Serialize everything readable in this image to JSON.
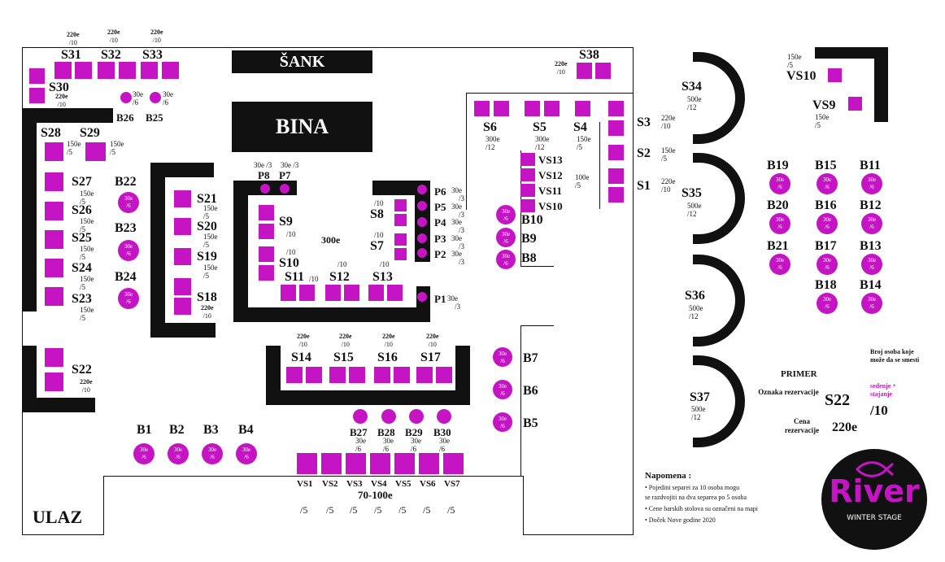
{
  "colors": {
    "table": "#c414c4",
    "wall": "#111111",
    "text_accent": "#c414c4"
  },
  "bar": "ŠANK",
  "stage": "BINA",
  "entrance": "ULAZ",
  "center_price": "300e",
  "separei_left": [
    {
      "name": "S31",
      "price": "220e",
      "cap": "/10"
    },
    {
      "name": "S32",
      "price": "220e",
      "cap": "/10"
    },
    {
      "name": "S33",
      "price": "220e",
      "cap": "/10"
    },
    {
      "name": "S30",
      "price": "220e",
      "cap": "/10"
    },
    {
      "name": "S28",
      "price": "",
      "cap": ""
    },
    {
      "name": "S29",
      "price": "150e",
      "cap": "/5"
    },
    {
      "name": "S27",
      "price": "150e",
      "cap": "/5"
    },
    {
      "name": "S26",
      "price": "150e",
      "cap": "/5"
    },
    {
      "name": "S25",
      "price": "150e",
      "cap": "/5"
    },
    {
      "name": "S24",
      "price": "150e",
      "cap": "/5"
    },
    {
      "name": "S23",
      "price": "150e",
      "cap": "/5"
    },
    {
      "name": "S22",
      "price": "220e",
      "cap": "/10"
    }
  ],
  "separei_mid": [
    {
      "name": "S21",
      "price": "150e",
      "cap": "/5"
    },
    {
      "name": "S20",
      "price": "150e",
      "cap": "/5"
    },
    {
      "name": "S19",
      "price": "150e",
      "cap": "/5"
    },
    {
      "name": "S18",
      "price": "220e",
      "cap": "/10"
    }
  ],
  "separei_center": [
    {
      "name": "S9",
      "cap": "/10"
    },
    {
      "name": "S10",
      "cap": "/10"
    },
    {
      "name": "S11",
      "cap": "/10"
    },
    {
      "name": "S12",
      "cap": "/10"
    },
    {
      "name": "S13",
      "cap": "/10"
    },
    {
      "name": "S8",
      "cap": "/10"
    },
    {
      "name": "S7",
      "cap": "/10"
    }
  ],
  "p_tables": [
    {
      "name": "P8",
      "price": "30e /3"
    },
    {
      "name": "P7",
      "price": "30e /3"
    },
    {
      "name": "P6",
      "price": "30e",
      "cap": "/3"
    },
    {
      "name": "P5",
      "price": "30e",
      "cap": "/3"
    },
    {
      "name": "P4",
      "price": "30e",
      "cap": "/3"
    },
    {
      "name": "P3",
      "price": "30e",
      "cap": "/3"
    },
    {
      "name": "P2",
      "price": "30e",
      "cap": "/3"
    },
    {
      "name": "P1",
      "price": "30e",
      "cap": "/3"
    }
  ],
  "separei_bottom": [
    {
      "name": "S14",
      "price": "220e",
      "cap": "/10"
    },
    {
      "name": "S15",
      "price": "220e",
      "cap": "/10"
    },
    {
      "name": "S16",
      "price": "220e",
      "cap": "/10"
    },
    {
      "name": "S17",
      "price": "220e",
      "cap": "/10"
    }
  ],
  "separei_right": [
    {
      "name": "S38",
      "price": "220e",
      "cap": "/10"
    },
    {
      "name": "S6",
      "price": "300e",
      "cap": "/12"
    },
    {
      "name": "S5",
      "price": "300e",
      "cap": "/12"
    },
    {
      "name": "S4",
      "price": "150e",
      "cap": "/5"
    },
    {
      "name": "S3",
      "price": "220e",
      "cap": "/10"
    },
    {
      "name": "S2",
      "price": "150e",
      "cap": "/5"
    },
    {
      "name": "S1",
      "price": "220e",
      "cap": "/10"
    }
  ],
  "vs_right": [
    "VS13",
    "VS12",
    "VS11",
    "VS10"
  ],
  "vs_right_price": "100e",
  "vs_right_cap": "/5",
  "barski": {
    "price": "30e",
    "cap": "/6"
  },
  "barski_left": [
    "B1",
    "B2",
    "B3",
    "B4"
  ],
  "barski_mid": [
    "B22",
    "B23",
    "B24"
  ],
  "barski_right": [
    "B10",
    "B9",
    "B8",
    "B7",
    "B6",
    "B5"
  ],
  "barski_bottom": [
    "B27",
    "B28",
    "B29",
    "B30"
  ],
  "barski_top": [
    "B26",
    "B25"
  ],
  "vs_bottom": [
    "VS1",
    "VS2",
    "VS3",
    "VS4",
    "VS5",
    "VS6",
    "VS7"
  ],
  "vs_bottom_price": "70-100e",
  "vs_bottom_cap": "/5",
  "lounges": [
    {
      "name": "S34",
      "price": "500e",
      "cap": "/12"
    },
    {
      "name": "S35",
      "price": "500e",
      "cap": "/12"
    },
    {
      "name": "S36",
      "price": "500e",
      "cap": "/12"
    },
    {
      "name": "S37",
      "price": "500e",
      "cap": "/12"
    }
  ],
  "vs_top_right": [
    {
      "name": "VS10",
      "price": "150e",
      "cap": "/5"
    },
    {
      "name": "VS9",
      "price": "150e",
      "cap": "/5"
    }
  ],
  "b_grid": [
    [
      "B19",
      "B15",
      "B11"
    ],
    [
      "B20",
      "B16",
      "B12"
    ],
    [
      "B21",
      "B17",
      "B13"
    ],
    [
      "",
      "B18",
      "B14"
    ]
  ],
  "legend": {
    "title": "PRIMER",
    "label_text": "Oznaka rezervacije",
    "label_example": "S22",
    "price_text": "Cena rezervacije",
    "price_example": "220e",
    "cap_text": "Broj osoba koje može da se smesti",
    "cap_note": "sedenje + stajanje",
    "cap_example": "/10"
  },
  "notes": {
    "title": "Napomena :",
    "items": [
      "• Pojedini separei za 10 osoba mogu",
      "se razdvojiti na dva separea po 5 osoba",
      "• Cene barskih stolova su označeni na mapi",
      "• Doček Nove godine 2020"
    ]
  },
  "logo": {
    "name": "River",
    "sub": "WINTER STAGE"
  }
}
